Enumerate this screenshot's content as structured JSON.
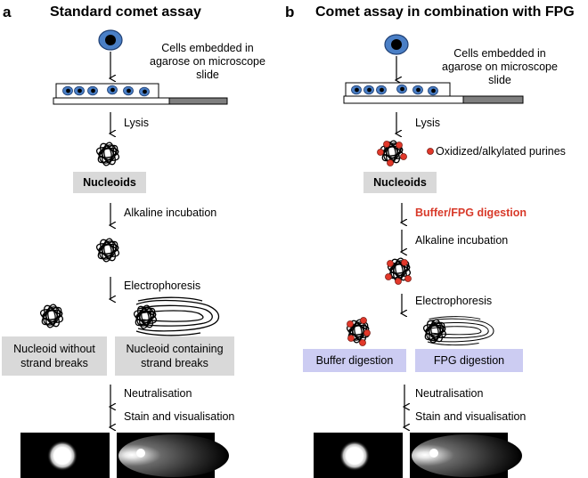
{
  "panel_a": {
    "letter": "a",
    "title": "Standard comet assay",
    "step_embed": "Cells embedded in agarose on microscope slide",
    "step_lysis": "Lysis",
    "nucleoids": "Nucleoids",
    "step_alkaline": "Alkaline incubation",
    "step_electrophoresis": "Electrophoresis",
    "box_left": "Nucleoid without strand breaks",
    "box_right": "Nucleoid containing strand breaks",
    "step_neutralisation": "Neutralisation",
    "step_stain": "Stain and visualisation"
  },
  "panel_b": {
    "letter": "b",
    "title": "Comet assay in combination with FPG",
    "step_embed": "Cells embedded in agarose on microscope slide",
    "step_lysis": "Lysis",
    "legend": "Oxidized/alkylated purines",
    "nucleoids": "Nucleoids",
    "step_digestion": "Buffer/FPG digestion",
    "step_alkaline": "Alkaline incubation",
    "step_electrophoresis": "Electrophoresis",
    "box_left": "Buffer digestion",
    "box_right": "FPG digestion",
    "step_neutralisation": "Neutralisation",
    "step_stain": "Stain and visualisation"
  },
  "colors": {
    "cell_fill": "#4a7fc6",
    "purine_red": "#e2382a",
    "gray_box": "#d9d9d9",
    "lavender_box": "#ccccf2",
    "slide_dark": "#7f7f7f"
  }
}
